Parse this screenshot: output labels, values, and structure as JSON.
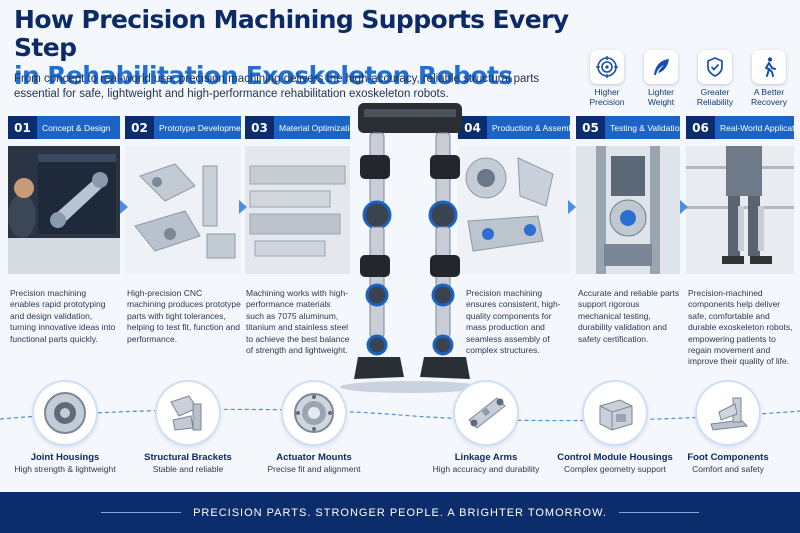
{
  "title": {
    "line1": "How Precision Machining Supports Every Step",
    "line2": "in Rehabilitation Exoskeleton Robots"
  },
  "subtitle": "From concept to real-world use, precision machining delivers the high-accuracy, reliable structural parts essential for safe, lightweight and high-performance rehabilitation exoskeleton robots.",
  "benefits": [
    {
      "icon": "target-icon",
      "label": "Higher Precision"
    },
    {
      "icon": "feather-icon",
      "label": "Lighter Weight"
    },
    {
      "icon": "shield-check-icon",
      "label": "Greater Reliability"
    },
    {
      "icon": "walking-person-icon",
      "label": "A Better Recovery"
    }
  ],
  "steps": [
    {
      "num": "01",
      "label": "Concept & Design",
      "desc": "Precision machining enables rapid prototyping and design validation, turning innovative ideas into functional parts quickly."
    },
    {
      "num": "02",
      "label": "Prototype Development",
      "desc": "High-precision CNC machining produces prototype parts with tight tolerances, helping to test fit, function and performance."
    },
    {
      "num": "03",
      "label": "Material Optimization",
      "desc": "Machining works with high-performance materials such as 7075 aluminum, titanium and stainless steel to achieve the best balance of strength and lightweight."
    },
    {
      "num": "04",
      "label": "Production & Assembly",
      "desc": "Precision machining ensures consistent, high-quality components for mass production and seamless assembly of complex structures."
    },
    {
      "num": "05",
      "label": "Testing & Validation",
      "desc": "Accurate and reliable parts support rigorous mechanical testing, durability validation and safety certification."
    },
    {
      "num": "06",
      "label": "Real-World Application",
      "desc": "Precision-machined components help deliver safe, comfortable and durable exoskeleton robots, empowering patients to regain movement and improve their quality of life."
    }
  ],
  "components": [
    {
      "name": "Joint Housings",
      "desc": "High strength & lightweight"
    },
    {
      "name": "Structural Brackets",
      "desc": "Stable and reliable"
    },
    {
      "name": "Actuator Mounts",
      "desc": "Precise fit and alignment"
    },
    {
      "name": "Linkage Arms",
      "desc": "High accuracy and durability"
    },
    {
      "name": "Control Module Housings",
      "desc": "Complex geometry support"
    },
    {
      "name": "Foot Components",
      "desc": "Comfort and safety"
    }
  ],
  "footer": "PRECISION PARTS. STRONGER PEOPLE. A BRIGHTER TOMORROW.",
  "colors": {
    "navy": "#0c2d6b",
    "blue": "#1d63c6",
    "accent": "#1f6fd6"
  }
}
